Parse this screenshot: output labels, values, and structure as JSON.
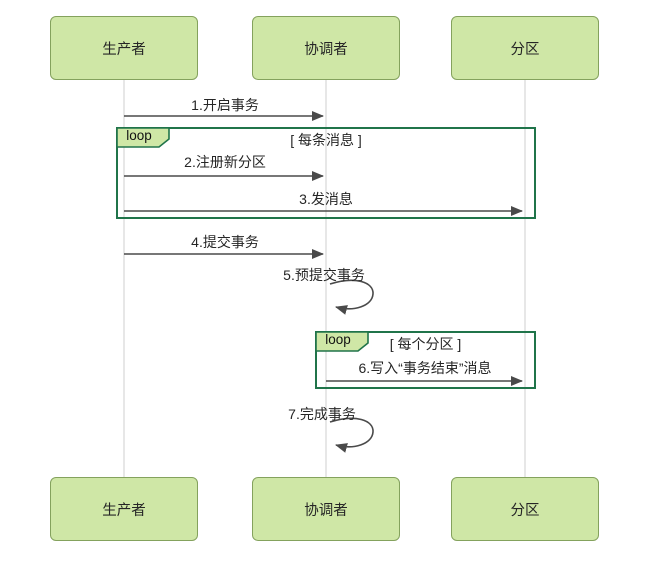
{
  "diagram": {
    "type": "sequence-diagram",
    "colors": {
      "background": "#ffffff",
      "actor_fill": "#cfe7a6",
      "actor_border": "#84a25d",
      "loop_frame_border": "#20744a",
      "loop_tag_fill": "#cfe7a6",
      "arrow": "#4a4a4a",
      "lifeline": "#e7e7e7",
      "text": "#262626"
    },
    "actors": [
      {
        "label": "生产者"
      },
      {
        "label": "协调者"
      },
      {
        "label": "分区"
      }
    ],
    "loops": [
      {
        "label": "loop",
        "condition": "[ 每条消息 ]"
      },
      {
        "label": "loop",
        "condition": "[ 每个分区 ]"
      }
    ],
    "messages": [
      {
        "label": "1.开启事务",
        "from": "生产者",
        "to": "协调者",
        "self": false
      },
      {
        "label": "2.注册新分区",
        "from": "生产者",
        "to": "协调者",
        "self": false
      },
      {
        "label": "3.发消息",
        "from": "生产者",
        "to": "分区",
        "self": false
      },
      {
        "label": "4.提交事务",
        "from": "生产者",
        "to": "协调者",
        "self": false
      },
      {
        "label": "5.预提交事务",
        "from": "协调者",
        "to": "协调者",
        "self": true
      },
      {
        "label": "6.写入“事务结束”消息",
        "from": "协调者",
        "to": "分区",
        "self": false
      },
      {
        "label": "7.完成事务",
        "from": "协调者",
        "to": "协调者",
        "self": true
      }
    ]
  }
}
